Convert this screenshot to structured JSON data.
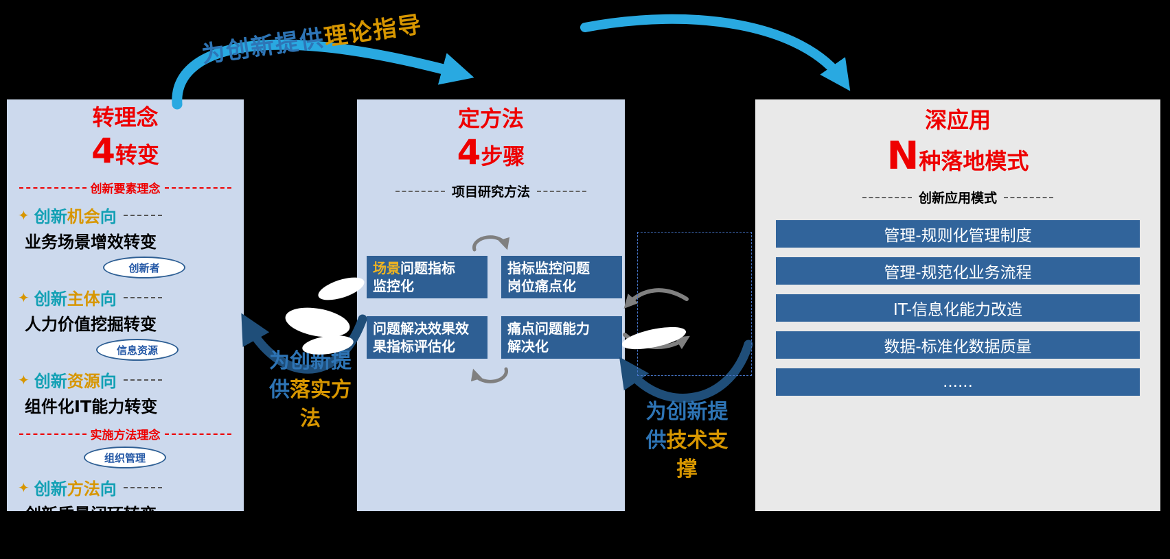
{
  "top_arrow_label": {
    "part_blue": "为创新提供",
    "part_gold": "理论指导"
  },
  "left_arrow_label": {
    "line1": "为创新提",
    "line2_blue": "供",
    "line2_gold": "落实方",
    "line3": "法"
  },
  "right_arrow_label": {
    "line1": "为创新提",
    "line2_blue": "供",
    "line2_gold": "技术支",
    "line3": "撑"
  },
  "left_panel": {
    "title": "转理念",
    "subtitle_number": "4",
    "subtitle_text": "转变",
    "separator1": "创新要素理念",
    "separator2": "实施方法理念",
    "bullet": "✦",
    "items": [
      {
        "prefix": "创新",
        "highlight": "机会",
        "suffix": "向",
        "body": "业务场景增效转变"
      },
      {
        "prefix": "创新",
        "highlight": "主体",
        "suffix": "向",
        "body": "人力价值挖掘转变"
      },
      {
        "prefix": "创新",
        "highlight": "资源",
        "suffix": "向",
        "body": "组件化IT能力转变"
      },
      {
        "prefix": "创新",
        "highlight": "方法",
        "suffix": "向",
        "body": "创新质量闭环转变"
      }
    ],
    "ovals": [
      "创新者",
      "信息资源",
      "组织管理"
    ]
  },
  "middle_panel": {
    "title": "定方法",
    "subtitle_number": "4",
    "subtitle_text": "步骤",
    "caption": "项目研究方法",
    "boxes": [
      {
        "line1_highlight": "场景",
        "line1": "问题指标",
        "line2": "监控化"
      },
      {
        "line1": "指标监控问题",
        "line2": "岗位痛点化"
      },
      {
        "line1": "问题解决效果效",
        "line2": "果指标评估化"
      },
      {
        "line1": "痛点问题能力",
        "line2": "解决化"
      }
    ]
  },
  "right_panel": {
    "title": "深应用",
    "subtitle_number": "N",
    "subtitle_text": "种落地模式",
    "caption": "创新应用模式",
    "bars": [
      "管理-规则化管理制度",
      "管理-规范化业务流程",
      "IT-信息化能力改造",
      "数据-标准化数据质量",
      "......"
    ]
  },
  "colors": {
    "background": "#000000",
    "panel_blue": "#ccd9ed",
    "panel_gray": "#e9e9e9",
    "title_red": "#ee0000",
    "teal": "#12a0b4",
    "gold": "#d79600",
    "box_blue": "#2e5f94",
    "bar_blue": "#31649b",
    "arrow_light_blue": "#29a9e1",
    "arrow_navy": "#1f4e79",
    "oval_blue": "#2458a6"
  }
}
